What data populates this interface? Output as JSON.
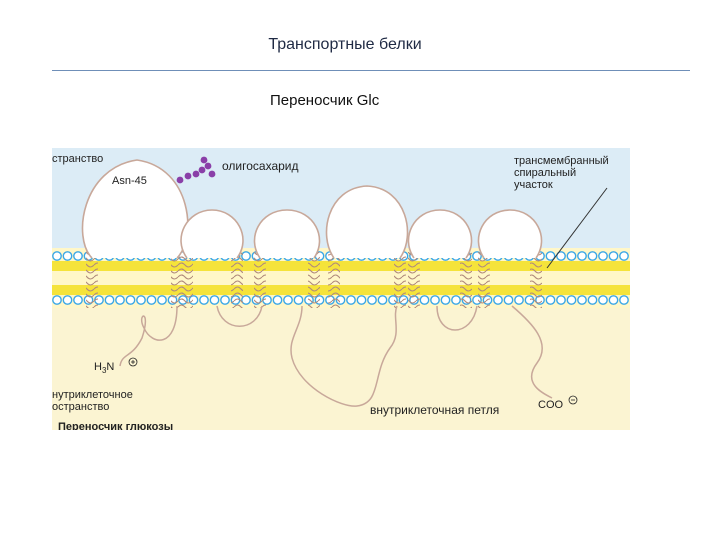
{
  "slide": {
    "title": "Транспортные белки",
    "subtitle": "Переносчик Glc"
  },
  "figure": {
    "labels": {
      "outer_space": "странство",
      "asn": "Asn-45",
      "oligosaccharide": "олигосахарид",
      "tm_line1": "трансмембранный",
      "tm_line2": "спиральный",
      "tm_line3": "участок",
      "n_term": "H",
      "n_sub": "3",
      "n_tail": "N",
      "inner_line1": "нутриклеточное",
      "inner_line2": "остранство",
      "loop": "внутриклеточная петля",
      "c_term": "COO",
      "caption": "Переносчик глюкозы"
    },
    "colors": {
      "extracellular": "#dcecf6",
      "cytoplasm": "#fbf4d2",
      "lipid_head": "#3aa7e6",
      "lipid_core": "#f5e33a",
      "protein": "#c8a89a",
      "sugar": "#8a3fa8"
    }
  }
}
